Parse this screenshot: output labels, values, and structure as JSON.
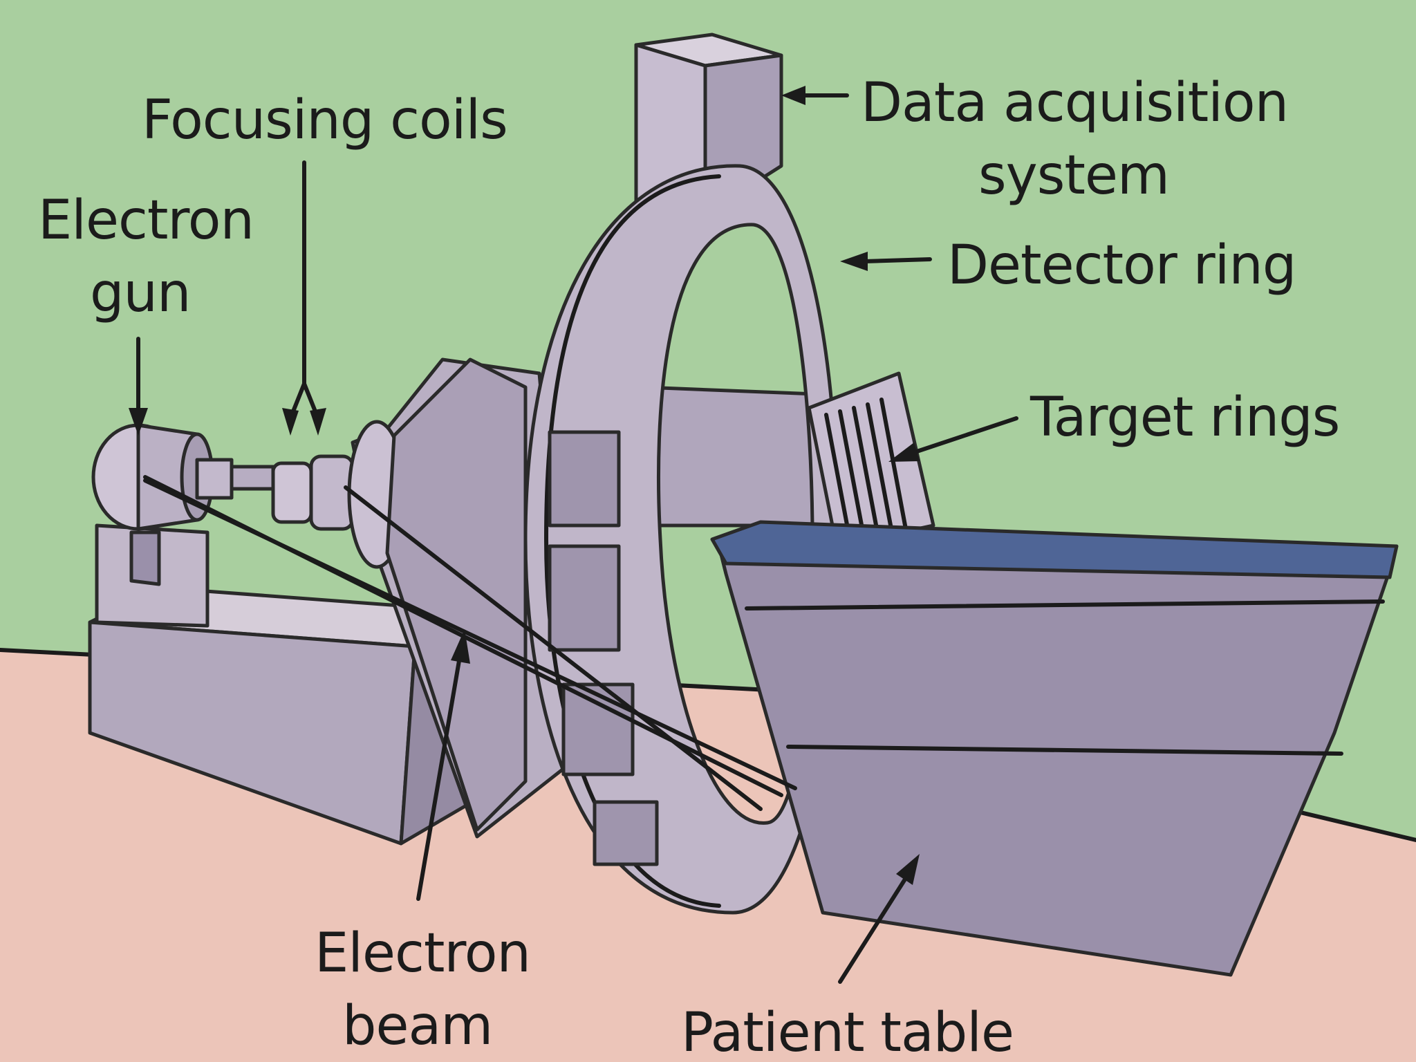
{
  "labels": {
    "focusing_coils": "Focusing coils",
    "electron_gun_line1": "Electron",
    "electron_gun_line2": "gun",
    "data_acquisition_line1": "Data acquisition",
    "data_acquisition_line2": "system",
    "detector_ring": "Detector ring",
    "target_rings": "Target rings",
    "electron_beam_line1": "Electron",
    "electron_beam_line2": "beam",
    "patient_table": "Patient table"
  },
  "colors": {
    "wall": "#a9cf9f",
    "floor": "#ecc5b9",
    "machine_light": "#c9bfcf",
    "machine_mid": "#aaa0b5",
    "machine_dark": "#8c8299",
    "table_top": "#4f6596",
    "table_side": "#9a90aa",
    "outline": "#2a2a2a"
  }
}
